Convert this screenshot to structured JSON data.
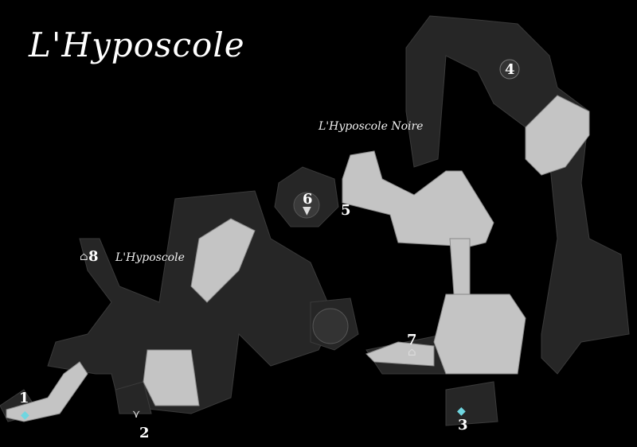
{
  "map": {
    "title": "L'Hyposcole",
    "areas": [
      {
        "id": "hyposcole",
        "label": "L'Hyposcole"
      },
      {
        "id": "hyposcole-noire",
        "label": "L'Hyposcole Noire"
      }
    ],
    "markers": [
      {
        "number": "1",
        "icon": "waypoint-icon"
      },
      {
        "number": "2",
        "icon": "entrance-icon"
      },
      {
        "number": "3",
        "icon": "waypoint-icon"
      },
      {
        "number": "4",
        "icon": "circle-seal-icon"
      },
      {
        "number": "5",
        "icon": "none"
      },
      {
        "number": "6",
        "icon": "vista-icon"
      },
      {
        "number": "7",
        "icon": "door-icon"
      },
      {
        "number": "8",
        "icon": "door-icon"
      }
    ],
    "colors": {
      "background": "#000000",
      "explored": "#c8c8c8",
      "unexplored": "#2a2a2a",
      "waypoint": "#6fd6e0"
    }
  }
}
